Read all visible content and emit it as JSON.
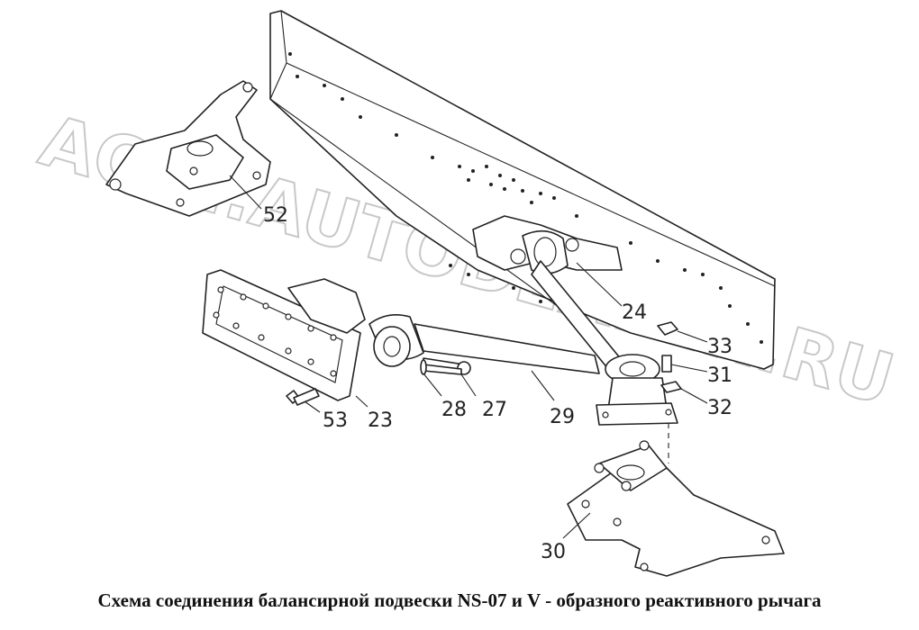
{
  "caption": "Схема соединения балансирной подвески NS-07 и V - образного реактивного рычага",
  "watermark": "ACAT.AUTODEALER.RU",
  "callouts": [
    "52",
    "24",
    "33",
    "31",
    "32",
    "23",
    "53",
    "28",
    "27",
    "29",
    "30"
  ]
}
